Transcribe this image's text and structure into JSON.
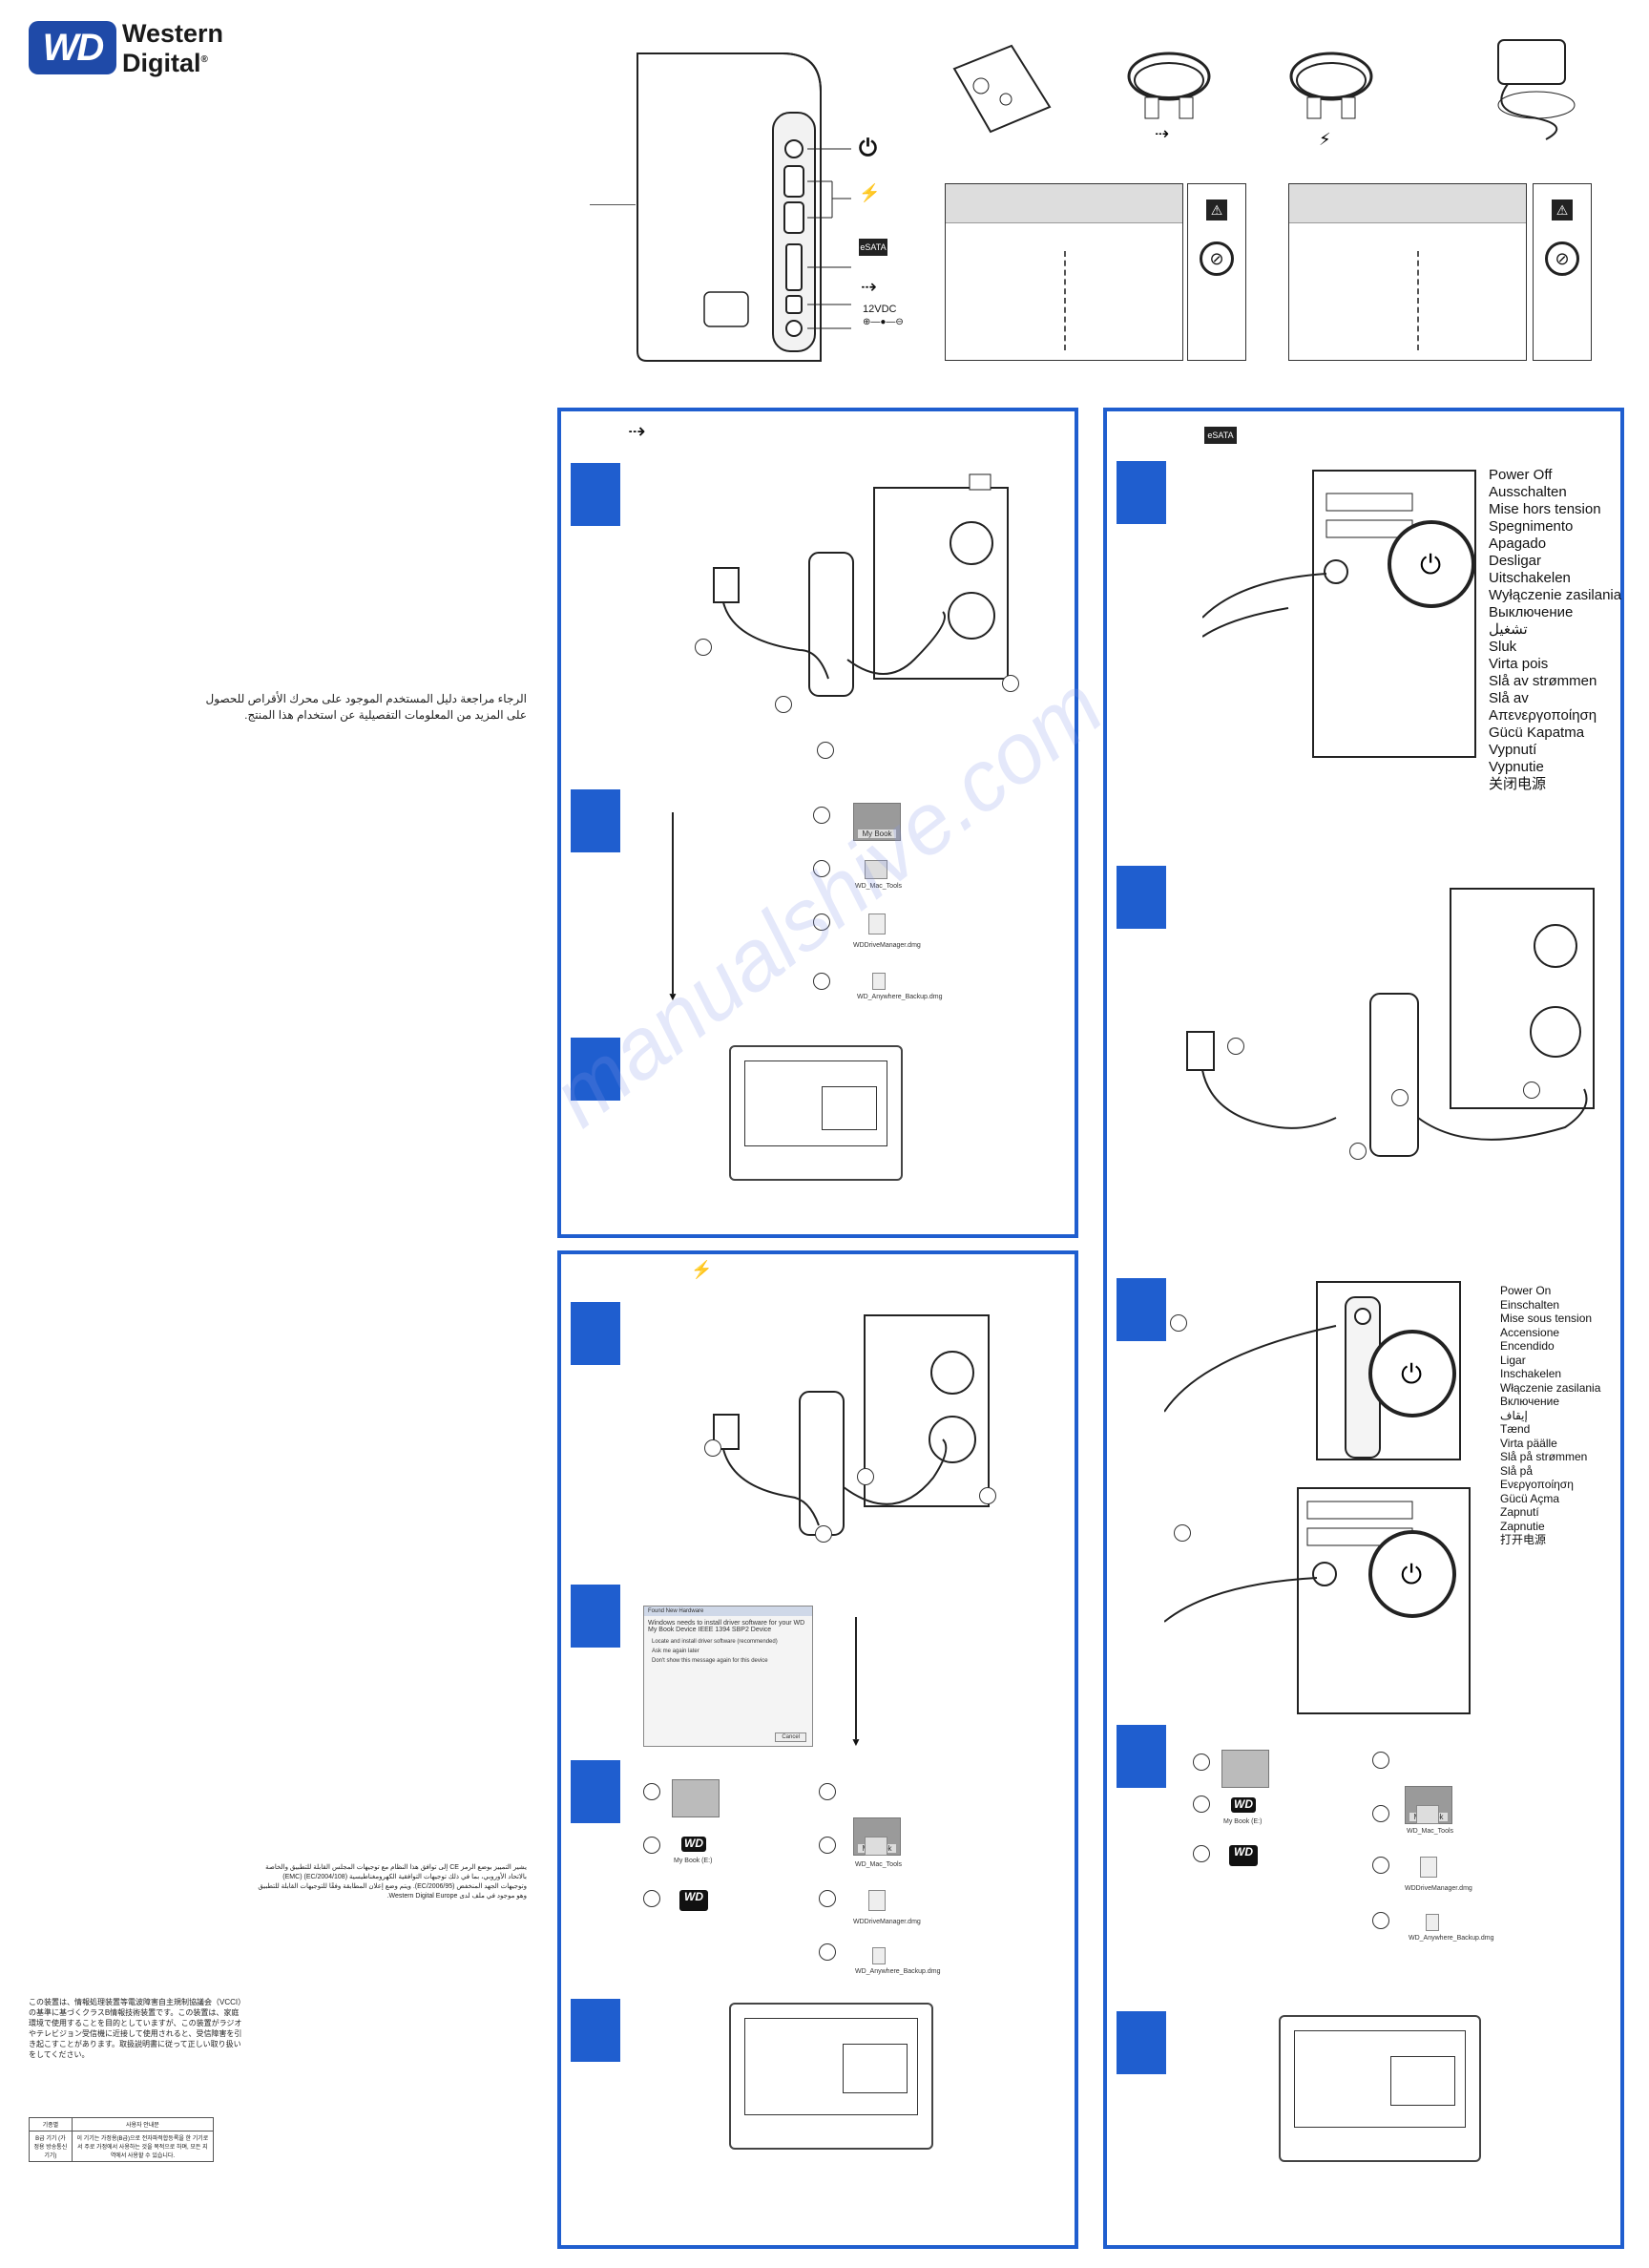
{
  "brand": {
    "badge": "WD",
    "name_line1": "Western",
    "name_line2": "Digital",
    "registered": "®"
  },
  "device": {
    "power_label": "12VDC"
  },
  "panels": {
    "usb": {
      "interface_icon": "usb-icon"
    },
    "firewire": {
      "interface_icon": "firewire-icon"
    },
    "esata": {
      "interface_icon": "esata-icon"
    }
  },
  "power_off_labels": [
    "Power Off",
    "Ausschalten",
    "Mise hors tension",
    "Spegnimento",
    "Apagado",
    "Desligar",
    "Uitschakelen",
    "Wyłączenie zasilania",
    "Выключение",
    "تشغيل",
    "Sluk",
    "Virta pois",
    "Slå av strømmen",
    "Slå av",
    "Απενεργοποίηση",
    "Gücü Kapatma",
    "Vypnutí",
    "Vypnutie",
    "关闭电源"
  ],
  "power_on_labels": [
    "Power On",
    "Einschalten",
    "Mise sous tension",
    "Accensione",
    "Encendido",
    "Ligar",
    "Inschakelen",
    "Włączenie zasilania",
    "Включение",
    "إيقاف",
    "Tænd",
    "Virta päälle",
    "Slå på strømmen",
    "Slå på",
    "Ενεργοποίηση",
    "Gücü Açma",
    "Zapnutí",
    "Zapnutie",
    "打开电源"
  ],
  "files_mac": [
    "My Book",
    "WD_Mac_Tools",
    "WDDriveManager.dmg",
    "WD_Anywhere_Backup.dmg"
  ],
  "files_win": [
    "My Book (E:)"
  ],
  "arabic_note": "الرجاء مراجعة دليل المستخدم الموجود على محرك الأقراص للحصول على المزيد من المعلومات التفصيلية عن استخدام هذا المنتج.",
  "arabic_ce": "يشير التمييز بوضع الرمز CE إلى توافق هذا النظام مع توجيهات المجلس القابلة للتطبيق والخاصة بالاتحاد الأوروبي، بما في ذلك توجيهات التوافقية الكهرومغناطيسية (2004/108/EC) (EMC) وتوجيهات الجهد المنخفض (2006/95/EC). ويتم وضع إعلان المطابقة وفقًا للتوجيهات القابلة للتطبيق وهو موجود في ملف لدى Western Digital Europe.",
  "japanese_note": "この装置は、情報処理装置等電波障害自主規制協議会（VCCI）の基準に基づくクラスB情報技術装置です。この装置は、家庭環境で使用することを目的としていますが、この装置がラジオやテレビジョン受信機に近接して使用されると、受信障害を引き起こすことがあります。取扱説明書に従って正しい取り扱いをしてください。",
  "korean_table": {
    "headers": [
      "기종별",
      "사용자 안내문"
    ],
    "row": [
      "B급 기기 (가정용 방송통신기기)",
      "이 기기는 가정용(B급)으로 전자파적합등록을 한 기기로서 주로 가정에서 사용하는 것을 목적으로 하며, 모든 지역에서 사용할 수 있습니다."
    ]
  },
  "dialog": {
    "title": "Found New Hardware",
    "heading": "Windows needs to install driver software for your WD My Book Device IEEE 1394 SBP2 Device",
    "opt1": "Locate and install driver software (recommended)",
    "opt2": "Ask me again later",
    "opt3": "Don't show this message again for this device",
    "cancel": "Cancel"
  },
  "watermark": "manualshive.com"
}
